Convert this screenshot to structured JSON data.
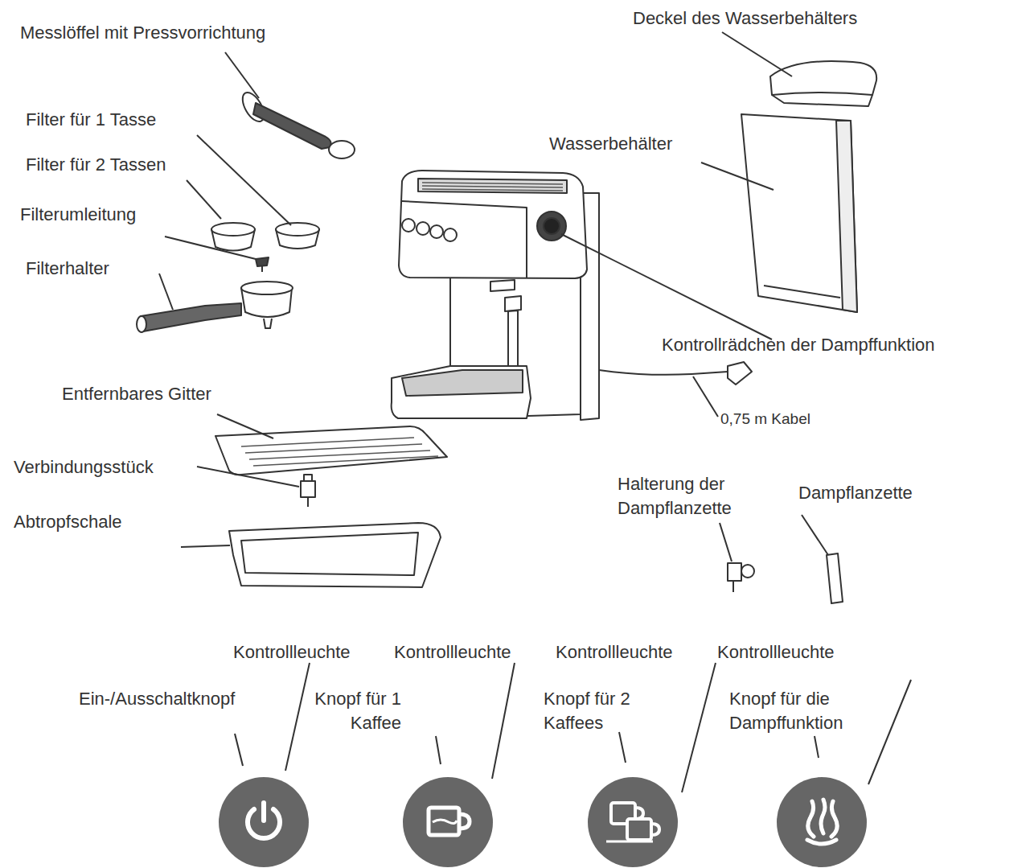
{
  "diagram": {
    "labels": [
      "Messlöffel mit Pressvorrichtung",
      "Deckel des Wasserbehälters",
      "Filter für 1 Tasse",
      "Filter für 2 Tassen",
      "Wasserbehälter",
      "Filterumleitung",
      "Filterhalter",
      "Kontrollrädchen der Dampffunktion",
      "Entfernbares Gitter",
      "0,75 m Kabel",
      "Verbindungsstück",
      "Halterung der Dampflanzette",
      "Dampflanzette",
      "Abtropfschale",
      "Kontrollleuchte",
      "Kontrollleuchte",
      "Kontrollleuchte",
      "Kontrollleuchte",
      "Ein-/Ausschaltknopf",
      "Knopf für 1 Kaffee",
      "Knopf für 2 Kaffees",
      "Knopf für die Dampffunktion"
    ]
  }
}
